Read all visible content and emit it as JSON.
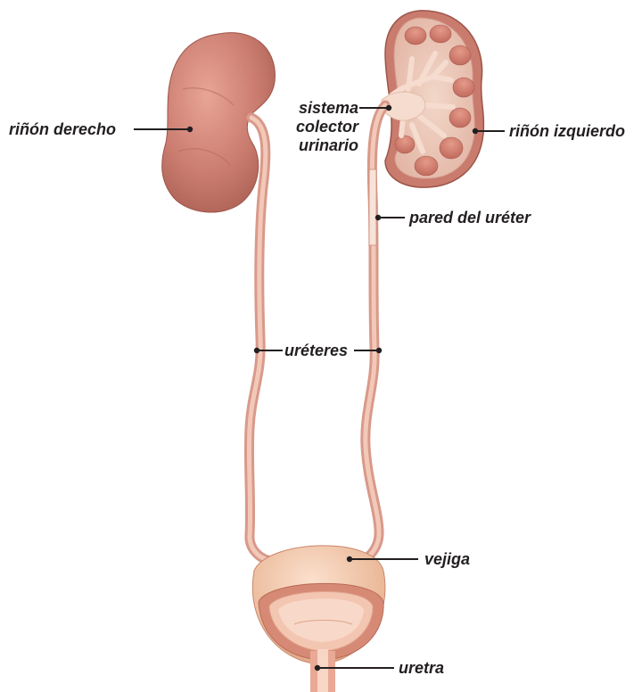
{
  "labels": {
    "right_kidney": "riñón derecho",
    "collecting_system": [
      "sistema",
      "colector",
      "urinario"
    ],
    "left_kidney": "riñón izquierdo",
    "ureter_wall": "pared del uréter",
    "ureters": "uréteres",
    "bladder": "vejiga",
    "urethra": "uretra"
  },
  "colors": {
    "kidney": "#c97b6e",
    "kidney_dark": "#a85d52",
    "ureter": "#e6b19c",
    "bladder": "#f0c4a8",
    "text": "#231f20"
  }
}
